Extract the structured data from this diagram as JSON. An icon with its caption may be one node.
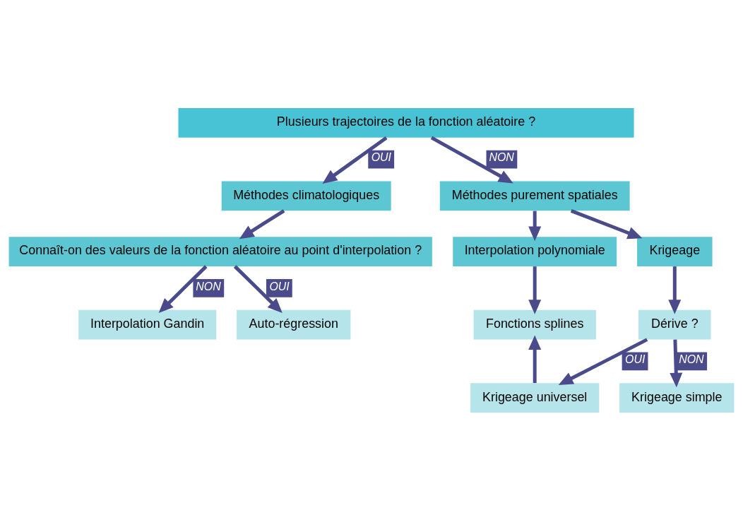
{
  "diagram": {
    "nodes": [
      {
        "text": [
          "Plusieurs trajectoires de la fonction aléatoire ?"
        ]
      },
      {
        "text": [
          "Méthodes climatologiques"
        ]
      },
      {
        "text": [
          "Méthodes purement spatiales"
        ]
      },
      {
        "text": [
          "Connaît-on des valeurs de la fonction aléatoire au point d'interpolation ?"
        ]
      },
      {
        "text": [
          "Interpolation polynomiale"
        ]
      },
      {
        "text": [
          "Krigeage"
        ]
      },
      {
        "text": [
          "Fonctions splines"
        ]
      },
      {
        "text": [
          "Dérive ?"
        ]
      },
      {
        "text": [
          "Interpolation Gandin"
        ]
      },
      {
        "text": [
          "Auto-régression"
        ]
      },
      {
        "text": [
          "Krigeage universel"
        ]
      },
      {
        "text": [
          "Krigeage simple"
        ]
      }
    ],
    "edges": [
      {
        "from": 0,
        "to": 1,
        "arrow": "to",
        "label": "OUI"
      },
      {
        "from": 0,
        "to": 2,
        "arrow": "to",
        "label": "NON"
      },
      {
        "from": 1,
        "to": 3,
        "arrow": "to"
      },
      {
        "from": 2,
        "to": 4,
        "arrow": "to"
      },
      {
        "from": 2,
        "to": 5,
        "arrow": "to"
      },
      {
        "from": 3,
        "to": 8,
        "arrow": "to",
        "label": "NON"
      },
      {
        "from": 3,
        "to": 9,
        "arrow": "to",
        "label": "OUI"
      },
      {
        "from": 4,
        "to": 6,
        "arrow": "to"
      },
      {
        "from": 5,
        "to": 7,
        "arrow": "to"
      },
      {
        "from": 7,
        "to": 10,
        "arrow": "to",
        "label": "OUI"
      },
      {
        "from": 7,
        "to": 11,
        "arrow": "to",
        "label": "NON"
      },
      {
        "from": 10,
        "to": 6,
        "arrow": "to"
      }
    ]
  }
}
